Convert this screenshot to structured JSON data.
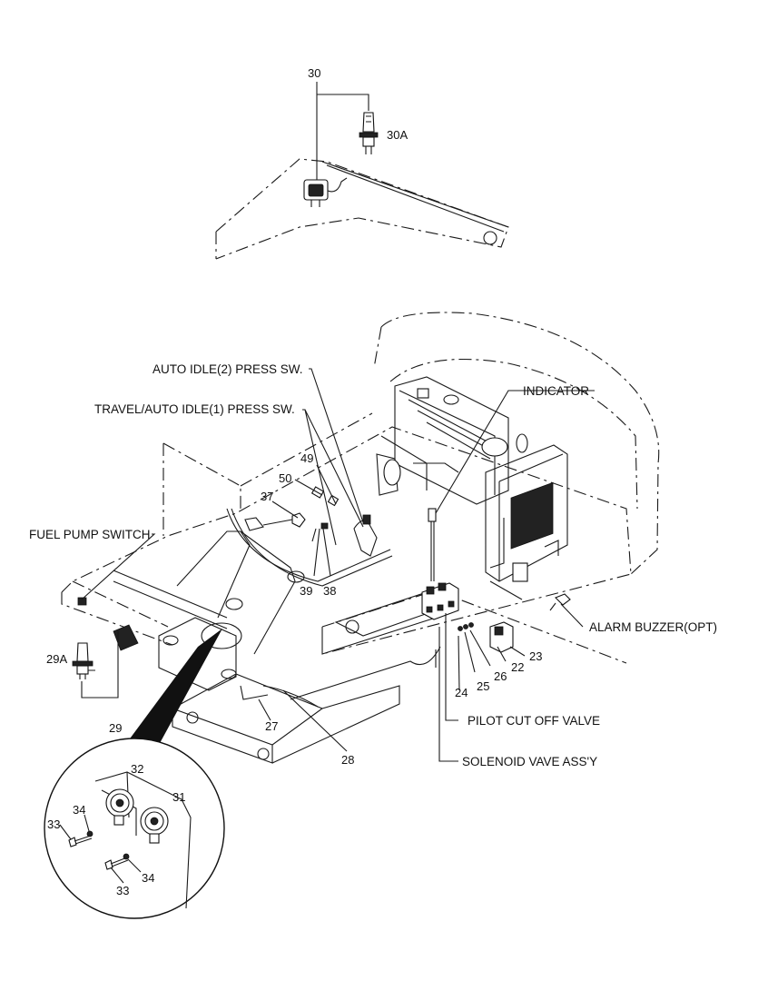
{
  "labels": {
    "l30": "30",
    "l30a": "30A",
    "auto_idle2": "AUTO IDLE(2) PRESS SW.",
    "indicator": "INDICATOR",
    "travel_auto_idle1": "TRAVEL/AUTO IDLE(1) PRESS SW.",
    "l49": "49",
    "l50": "50",
    "l37": "37",
    "fuel_pump_switch": "FUEL PUMP SWITCH",
    "l39": "39",
    "l38": "38",
    "alarm_buzzer": "ALARM BUZZER(OPT)",
    "l29a": "29A",
    "l23": "23",
    "l22": "22",
    "l26": "26",
    "l25": "25",
    "l24": "24",
    "l29": "29",
    "pilot_cut_off": "PILOT CUT OFF VALVE",
    "l27": "27",
    "l28": "28",
    "solenoid_valve": "SOLENOID VAVE ASS'Y",
    "l32": "32",
    "l31": "31",
    "l34a": "34",
    "l33a": "33",
    "l34b": "34",
    "l33b": "33"
  }
}
